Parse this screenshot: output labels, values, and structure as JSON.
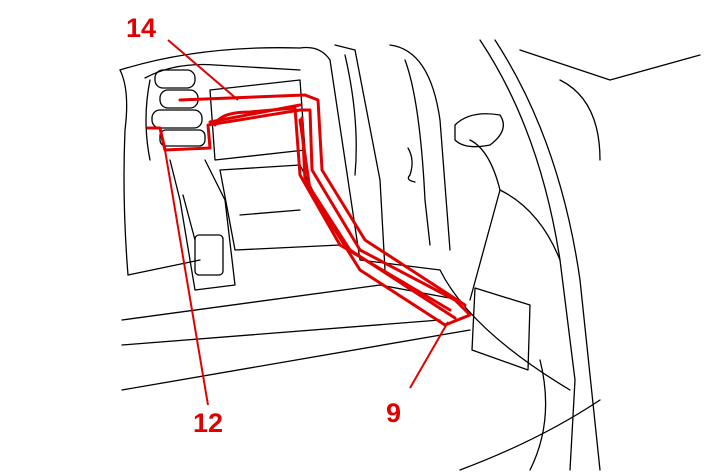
{
  "diagram": {
    "callouts": [
      {
        "id": "callout-14",
        "label": "14"
      },
      {
        "id": "callout-12",
        "label": "12"
      },
      {
        "id": "callout-9",
        "label": "9"
      }
    ],
    "colors": {
      "line": "#000000",
      "highlight": "#e00000"
    }
  }
}
